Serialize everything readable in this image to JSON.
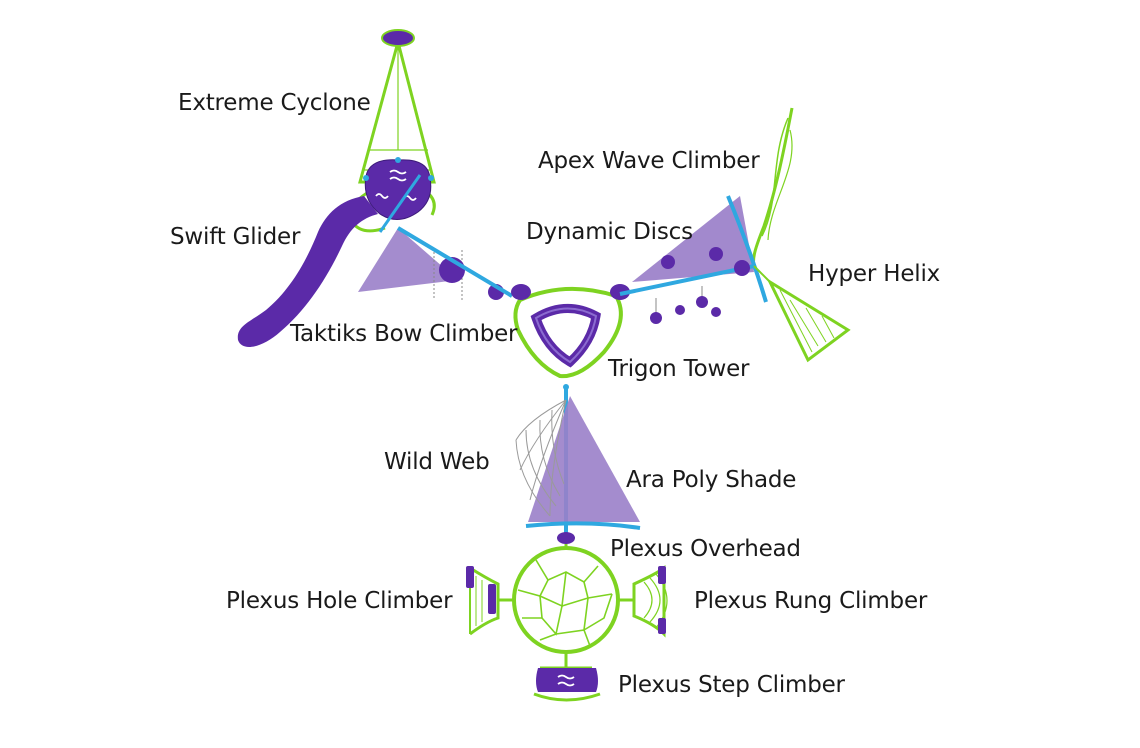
{
  "colors": {
    "frame_green": "#7ed321",
    "post_blue": "#2fa8e0",
    "purple": "#5b2aa8",
    "shade_purple": "#9a7fc9",
    "web_gray": "#9a9a9a"
  },
  "labels": {
    "extreme_cyclone": "Extreme Cyclone",
    "apex_wave_climber": "Apex Wave Climber",
    "swift_glider": "Swift Glider",
    "dynamic_discs": "Dynamic Discs",
    "hyper_helix": "Hyper Helix",
    "taktiks_bow_climber": "Taktiks Bow Climber",
    "trigon_tower": "Trigon Tower",
    "wild_web": "Wild Web",
    "ara_poly_shade": "Ara Poly Shade",
    "plexus_overhead": "Plexus Overhead",
    "plexus_hole_climber": "Plexus Hole Climber",
    "plexus_rung_climber": "Plexus Rung Climber",
    "plexus_step_climber": "Plexus Step Climber"
  },
  "icons": {
    "cyclone_top": "wave-symbol-icon",
    "step_climber": "wave-symbol-icon"
  }
}
